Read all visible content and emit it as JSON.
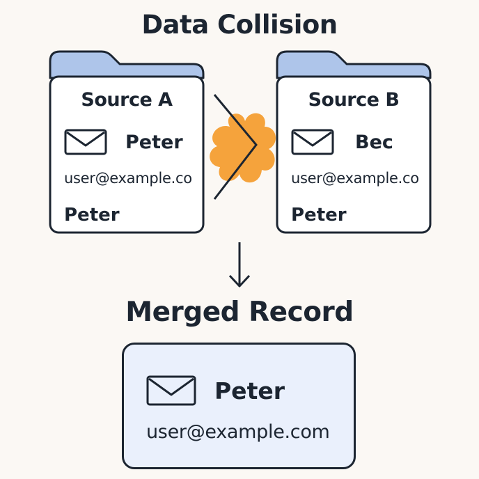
{
  "diagram": {
    "title": "Data Collision",
    "merged_title": "Merged Record"
  },
  "source_a": {
    "heading": "Source A",
    "name": "Peter",
    "email": "user@example.co",
    "footer_name": "Peter"
  },
  "source_b": {
    "heading": "Source B",
    "name": "Bec",
    "email": "user@example.co",
    "footer_name": "Peter"
  },
  "merged": {
    "name": "Peter",
    "email": "user@example.com"
  },
  "icons": {
    "envelope": "envelope-icon",
    "collision": "collision-burst-icon",
    "arrow": "arrow-down-icon",
    "folder": "folder-icon"
  },
  "colors": {
    "ink": "#1c2531",
    "folder_tab": "#aec5ea",
    "burst": "#f5a33c",
    "merged_fill": "#eaf0fc",
    "background": "#fbf8f4"
  }
}
